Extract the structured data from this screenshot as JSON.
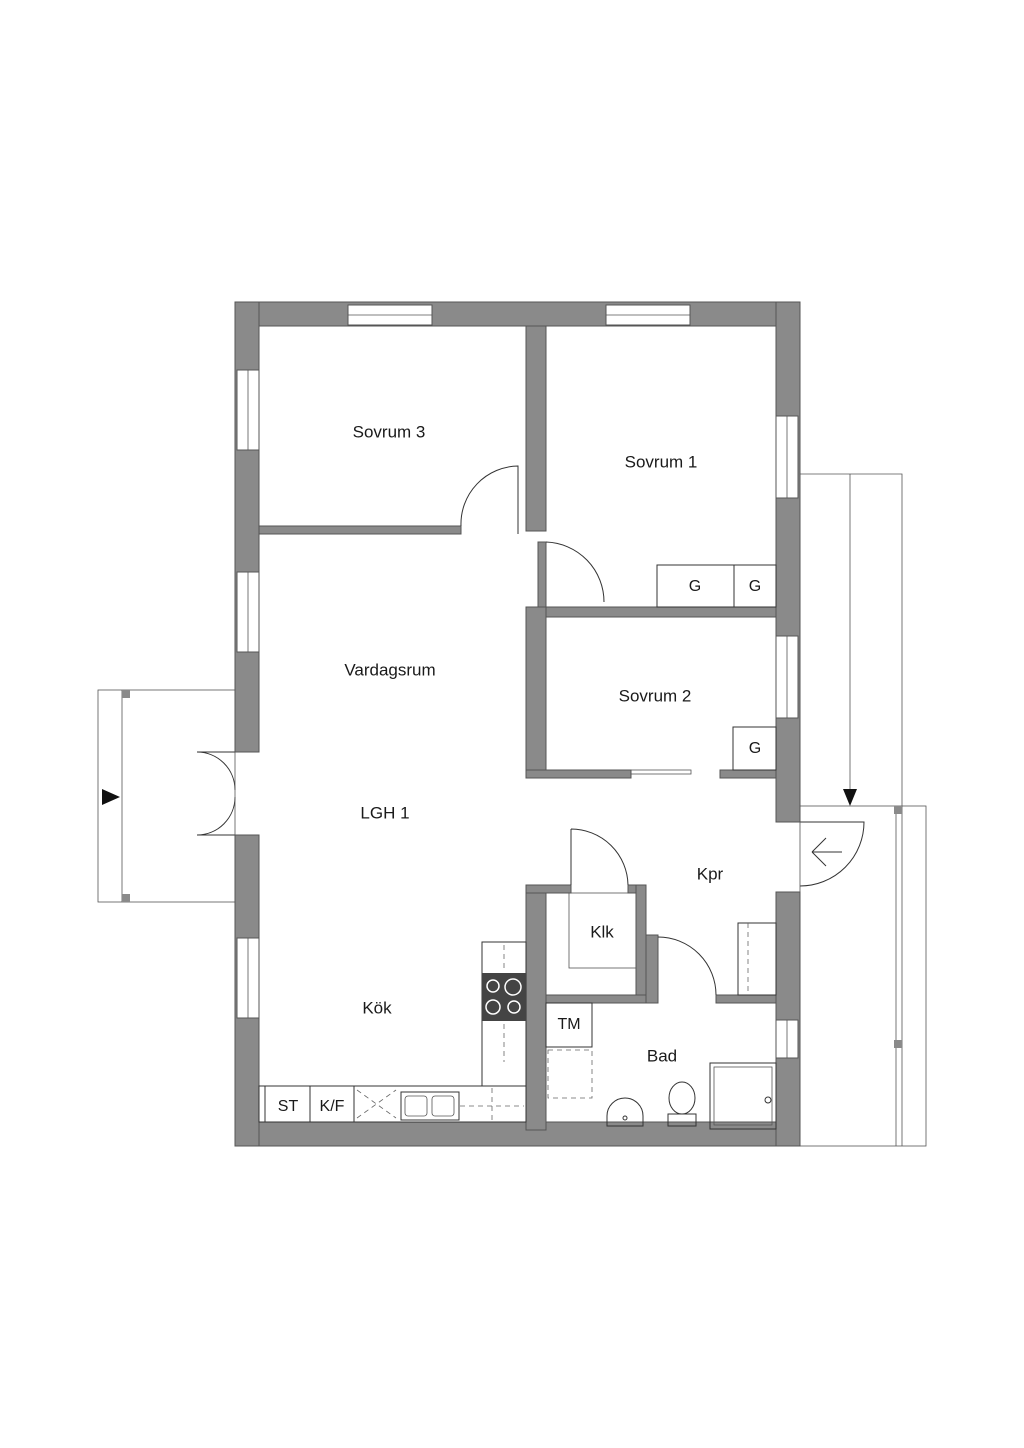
{
  "rooms": {
    "sovrum3": "Sovrum 3",
    "sovrum1": "Sovrum 1",
    "sovrum2": "Sovrum 2",
    "vardagsrum": "Vardagsrum",
    "lgh": "LGH 1",
    "kpr": "Kpr",
    "klk": "Klk",
    "kok": "Kök",
    "bad": "Bad"
  },
  "fixtures": {
    "wardrobe1": "G",
    "wardrobe2": "G",
    "wardrobe3": "G",
    "dryer": "TM",
    "stove_cabinet": "ST",
    "fridge_freezer": "K/F"
  },
  "colors": {
    "wall": "#8a8a8a",
    "background": "#ffffff",
    "line": "#333333"
  }
}
